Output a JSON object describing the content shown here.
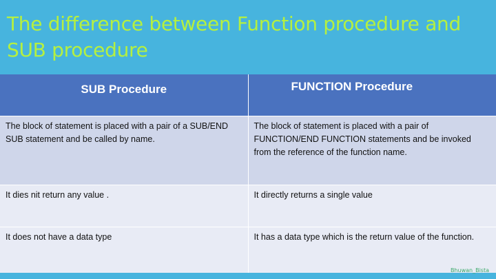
{
  "title": "The difference between Function procedure and SUB procedure",
  "table": {
    "headers": [
      "SUB Procedure",
      "FUNCTION Procedure"
    ],
    "rows": [
      [
        "The block of statement is placed with a pair of a SUB/END SUB statement and be called by name.",
        "The block of statement is placed with a pair of FUNCTION/END FUNCTION statements and be invoked from the reference of the function name."
      ],
      [
        "It dies nit return  any value .",
        "It directly returns a single value"
      ],
      [
        "It does not have a data type",
        "It has a data type which is the return value of the function."
      ]
    ]
  },
  "watermark": "Bhuwan_Bista",
  "colors": {
    "background": "#47b4de",
    "title": "#b5f040",
    "header": "#4a72bf",
    "row_dark": "#cfd6ea",
    "row_light": "#e8ebf5"
  }
}
